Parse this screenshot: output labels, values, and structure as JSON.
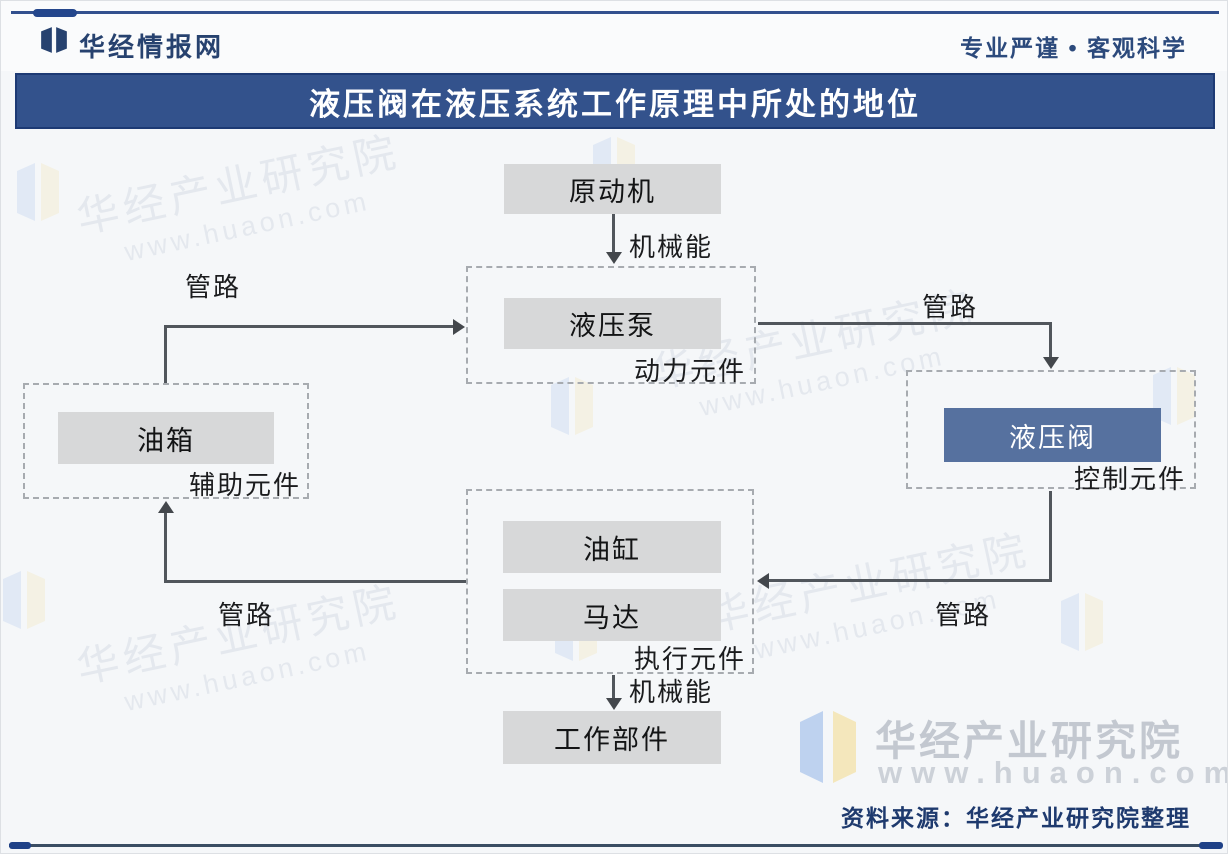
{
  "header": {
    "brand": "华经情报网",
    "slogan": "专业严谨 • 客观科学"
  },
  "title": "液压阀在液压系统工作原理中所处的地位",
  "diagram": {
    "nodes": {
      "prime_mover": "原动机",
      "pump": "液压泵",
      "tank": "油箱",
      "valve": "液压阀",
      "cylinder": "油缸",
      "motor": "马达",
      "work_part": "工作部件"
    },
    "group_labels": {
      "power": "动力元件",
      "auxiliary": "辅助元件",
      "control": "控制元件",
      "actuator": "执行元件"
    },
    "edge_labels": {
      "mechanical_energy_top": "机械能",
      "mechanical_energy_bottom": "机械能",
      "pipeline_top_left": "管路",
      "pipeline_top_right": "管路",
      "pipeline_bottom_right": "管路",
      "pipeline_bottom_left": "管路"
    }
  },
  "watermark": {
    "name": "华经产业研究院",
    "url": "www.huaon.com"
  },
  "footer": {
    "source": "资料来源：华经产业研究院整理"
  },
  "colors": {
    "banner_bg": "#33528C",
    "banner_border": "#1D3A74",
    "node_gray": "#D7D8D9",
    "valve_blue": "#56719F",
    "brand_navy": "#27426F",
    "connector_gray": "#51565C",
    "logo_blue": "#B9CFEE",
    "logo_yellow": "#F3E6BB"
  }
}
